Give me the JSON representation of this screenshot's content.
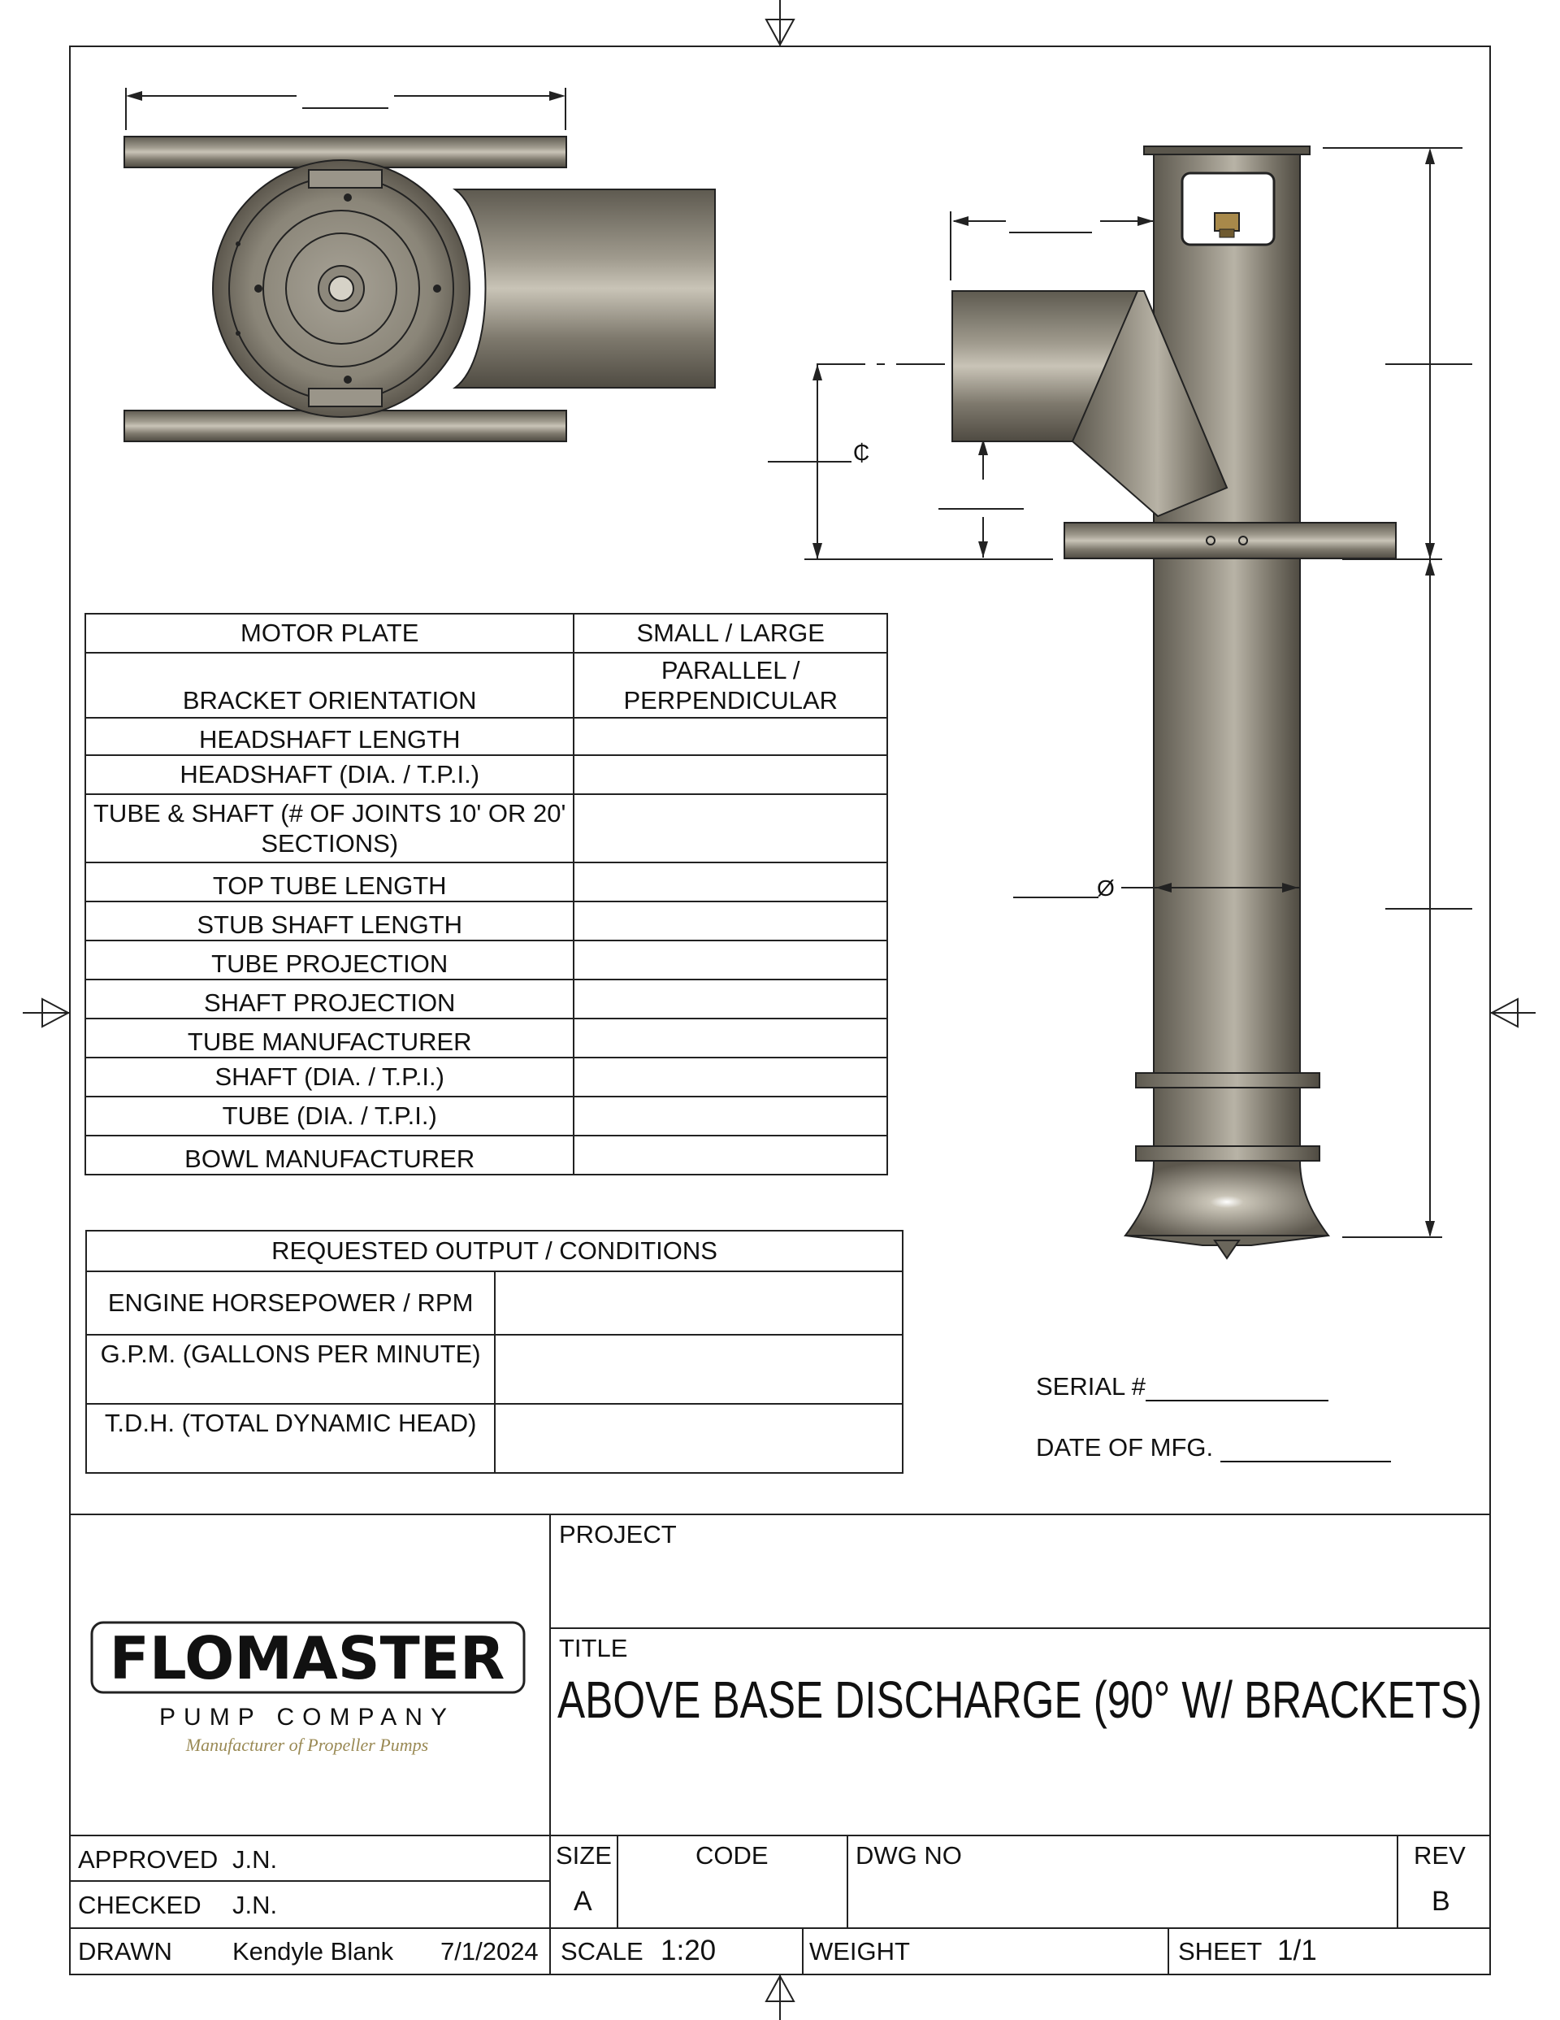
{
  "spec_table": {
    "rows": [
      {
        "label": "MOTOR PLATE",
        "value": "SMALL / LARGE"
      },
      {
        "label": "BRACKET ORIENTATION",
        "value": "PARALLEL / PERPENDICULAR"
      },
      {
        "label": "HEADSHAFT LENGTH",
        "value": ""
      },
      {
        "label": "HEADSHAFT (DIA. / T.P.I.)",
        "value": ""
      },
      {
        "label": "TUBE & SHAFT (# OF JOINTS 10' OR 20' SECTIONS)",
        "value": ""
      },
      {
        "label": "TOP TUBE LENGTH",
        "value": ""
      },
      {
        "label": "STUB SHAFT LENGTH",
        "value": ""
      },
      {
        "label": "TUBE PROJECTION",
        "value": ""
      },
      {
        "label": "SHAFT PROJECTION",
        "value": ""
      },
      {
        "label": "TUBE MANUFACTURER",
        "value": ""
      },
      {
        "label": "SHAFT (DIA. / T.P.I.)",
        "value": ""
      },
      {
        "label": "TUBE (DIA. / T.P.I.)",
        "value": ""
      },
      {
        "label": "BOWL MANUFACTURER",
        "value": ""
      }
    ]
  },
  "conditions_table": {
    "header": "REQUESTED OUTPUT / CONDITIONS",
    "rows": [
      {
        "label": "ENGINE HORSEPOWER / RPM",
        "value": ""
      },
      {
        "label": "G.P.M. (GALLONS PER MINUTE)",
        "value": ""
      },
      {
        "label": "T.D.H. (TOTAL DYNAMIC HEAD)",
        "value": ""
      }
    ]
  },
  "serial": {
    "label": "SERIAL #",
    "date_label": "DATE OF MFG."
  },
  "dimension_symbols": {
    "centerline": "₵",
    "diameter": "Ø"
  },
  "logo": {
    "brand": "FLOMASTER",
    "sub": "PUMP COMPANY",
    "tagline": "Manufacturer of Propeller Pumps",
    "accent_color": "#9a8a55"
  },
  "title_block": {
    "project_label": "PROJECT",
    "title_label": "TITLE",
    "title": "ABOVE BASE DISCHARGE (90° W/ BRACKETS)",
    "approved_label": "APPROVED",
    "approved_by": "J.N.",
    "checked_label": "CHECKED",
    "checked_by": "J.N.",
    "drawn_label": "DRAWN",
    "drawn_by": "Kendyle Blank",
    "drawn_date": "7/1/2024",
    "size_label": "SIZE",
    "size": "A",
    "code_label": "CODE",
    "dwg_label": "DWG NO",
    "rev_label": "REV",
    "rev": "B",
    "scale_label": "SCALE",
    "scale": "1:20",
    "weight_label": "WEIGHT",
    "sheet_label": "SHEET",
    "sheet": "1/1"
  }
}
